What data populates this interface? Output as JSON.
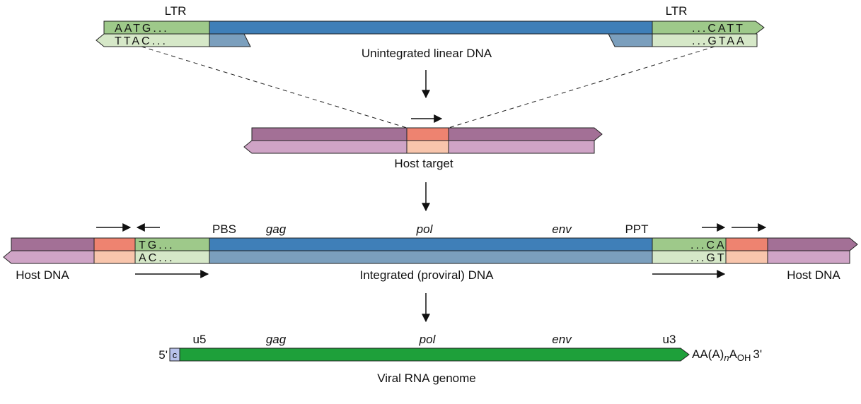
{
  "colors": {
    "ltr_top": "#9ec98a",
    "ltr_bottom": "#d6e8c8",
    "viral_top": "#3f7fb8",
    "viral_bottom": "#7b9fbd",
    "host_top": "#a37096",
    "host_bottom": "#cfa4c6",
    "target_top": "#ee8370",
    "target_bottom": "#f8c5ac",
    "rna": "#1ea03a",
    "cap": "#b8c2ec"
  },
  "stage1": {
    "ltr_left": "LTR",
    "ltr_right": "LTR",
    "seq_top_left": "AATG...",
    "seq_bottom_left": "TTAC...",
    "seq_top_right": "...CATT",
    "seq_bottom_right": "...GTAA",
    "caption": "Unintegrated linear DNA"
  },
  "stage2": {
    "caption": "Host target"
  },
  "stage3": {
    "pbs": "PBS",
    "gag": "gag",
    "pol": "pol",
    "env": "env",
    "ppt": "PPT",
    "seq_top_left": "TG...",
    "seq_bottom_left": "AC...",
    "seq_top_right": "...CA",
    "seq_bottom_right": "...GT",
    "host_left": "Host DNA",
    "host_right": "Host DNA",
    "caption": "Integrated (proviral) DNA"
  },
  "stage4": {
    "u5": "u5",
    "gag": "gag",
    "pol": "pol",
    "env": "env",
    "u3": "u3",
    "five_prime": "5'",
    "cap": "c",
    "tail_a": "AA(A)",
    "tail_n": "n",
    "tail_a2": "A",
    "tail_oh": "OH",
    "tail_3": "3'",
    "caption": "Viral RNA genome"
  }
}
